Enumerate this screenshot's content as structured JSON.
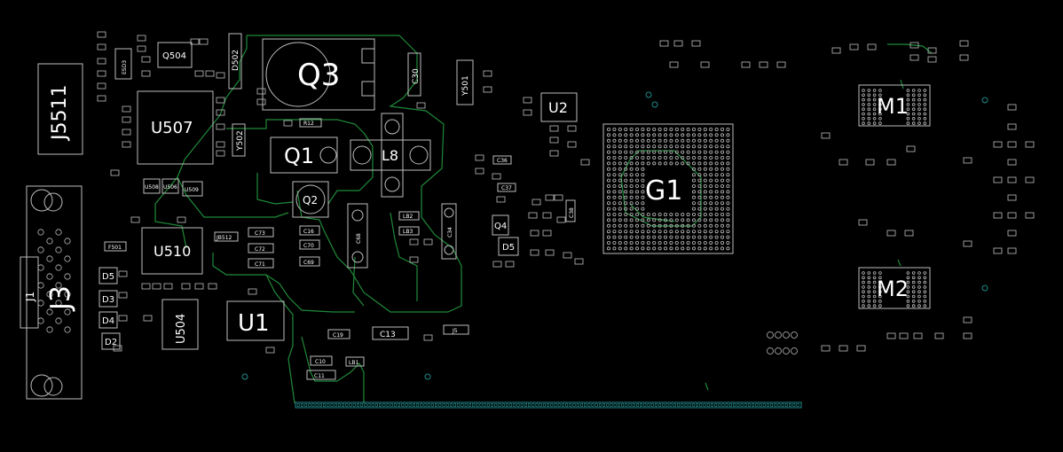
{
  "colors": {
    "background": "#000000",
    "silkscreen": "#bdbdbd",
    "trace": "#1f8a3a",
    "via": "#1f8a8a",
    "text": "#ffffff"
  },
  "labels": {
    "J5511": "J5511",
    "J3": "J3",
    "J1": "J1",
    "U507": "U507",
    "U510": "U510",
    "U504": "U504",
    "U1": "U1",
    "U2": "U2",
    "Q3": "Q3",
    "Q1": "Q1",
    "Q2": "Q2",
    "Q4": "Q4",
    "Q504": "Q504",
    "L8": "L8",
    "G1": "G1",
    "M1": "M1",
    "M2": "M2",
    "D5a": "D5",
    "D3": "D3",
    "D4": "D4",
    "D2": "D2",
    "D5b": "D5",
    "D502": "D502",
    "Y502": "Y502",
    "Y501": "Y501",
    "C30": "C30",
    "C13": "C13",
    "C19": "C19",
    "C10": "C10",
    "C11": "C11",
    "C73": "C73",
    "C72": "C72",
    "C71": "C71",
    "C70": "C70",
    "C69": "C69",
    "C16": "C16",
    "C37": "C37",
    "C36": "C36",
    "C38": "C38",
    "C34": "C34",
    "C68": "C68",
    "R12": "R12",
    "LB1": "LB1",
    "LB2": "LB2",
    "LB3": "LB3",
    "J5": "J5",
    "ESD3": "ESD3",
    "F501": "F501",
    "U508": "U508",
    "U509": "U509",
    "U506": "U506",
    "JB512": "JB512"
  }
}
